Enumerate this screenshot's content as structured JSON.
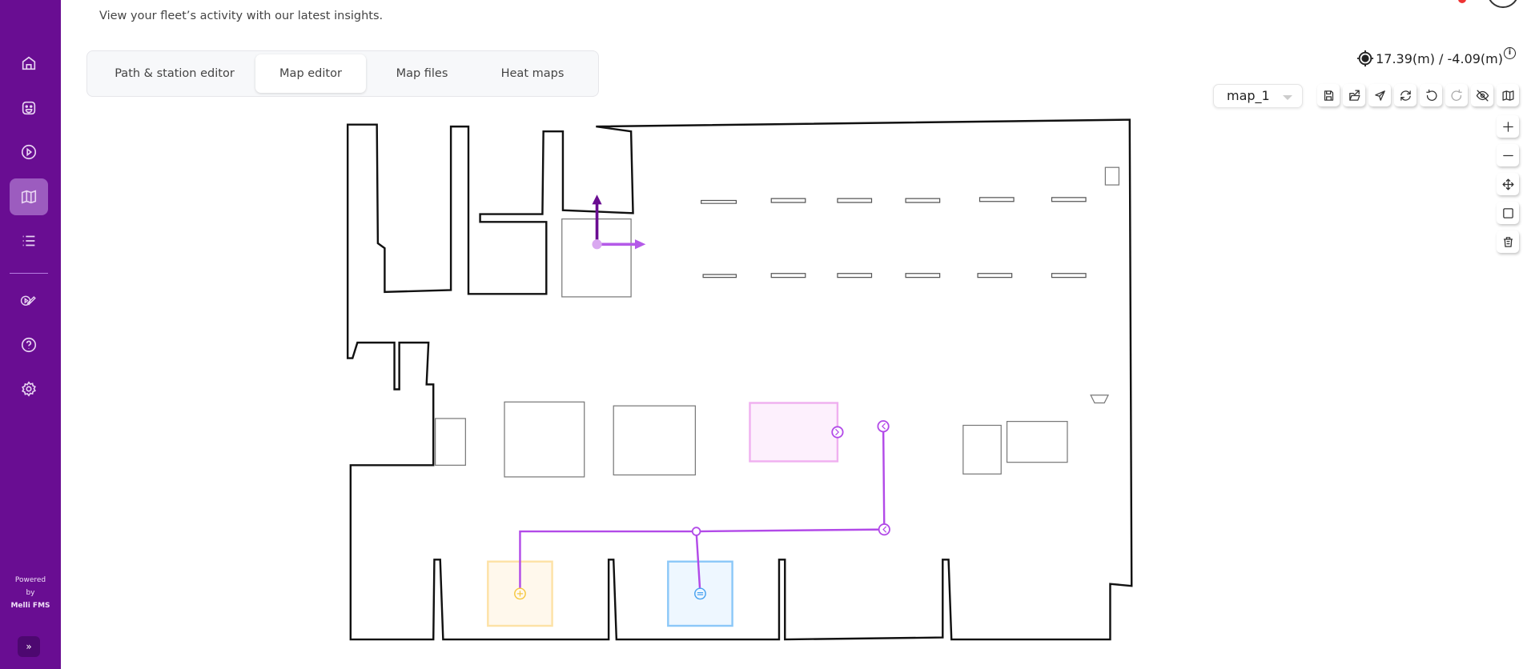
{
  "header": {
    "subtitle": "View your fleet’s activity with our latest insights."
  },
  "sidebar": {
    "items": [
      {
        "name": "home",
        "icon": "home-icon"
      },
      {
        "name": "robots",
        "icon": "robot-face-icon"
      },
      {
        "name": "missions",
        "icon": "play-circle-icon"
      },
      {
        "name": "maps",
        "icon": "map-icon",
        "active": true
      },
      {
        "name": "list",
        "icon": "list-icon"
      },
      {
        "name": "mission-editor",
        "icon": "play-edit-icon"
      },
      {
        "name": "help",
        "icon": "help-icon"
      },
      {
        "name": "settings",
        "icon": "gear-icon"
      }
    ],
    "powered_line1": "Powered",
    "powered_line2": "by",
    "brand": "Melli FMS",
    "expand_label": "»"
  },
  "tabs": [
    {
      "label": "Path & station editor"
    },
    {
      "label": "Map editor",
      "active": true
    },
    {
      "label": "Map files"
    },
    {
      "label": "Heat maps"
    }
  ],
  "coordinates": {
    "text": "17.39(m) / -4.09(m)",
    "info": "i"
  },
  "map_select": {
    "value": "map_1"
  },
  "toolbar": [
    "save-icon",
    "open-folder-icon",
    "send-icon",
    "sync-icon",
    "undo-icon",
    "redo-icon",
    "eye-off-icon",
    "map-icon"
  ],
  "side_tools": [
    "zoom-in-icon",
    "zoom-out-icon",
    "move-icon",
    "rectangle-icon",
    "trash-icon"
  ],
  "colors": {
    "sidebar": "#690d92",
    "path": "#b24ae8",
    "axis_y": "#6a0d91",
    "axis_x": "#b45ae8",
    "station_yellow": "#fde2a6",
    "station_blue": "#8cc8f8",
    "zone_pink": "#f0b0f0"
  }
}
